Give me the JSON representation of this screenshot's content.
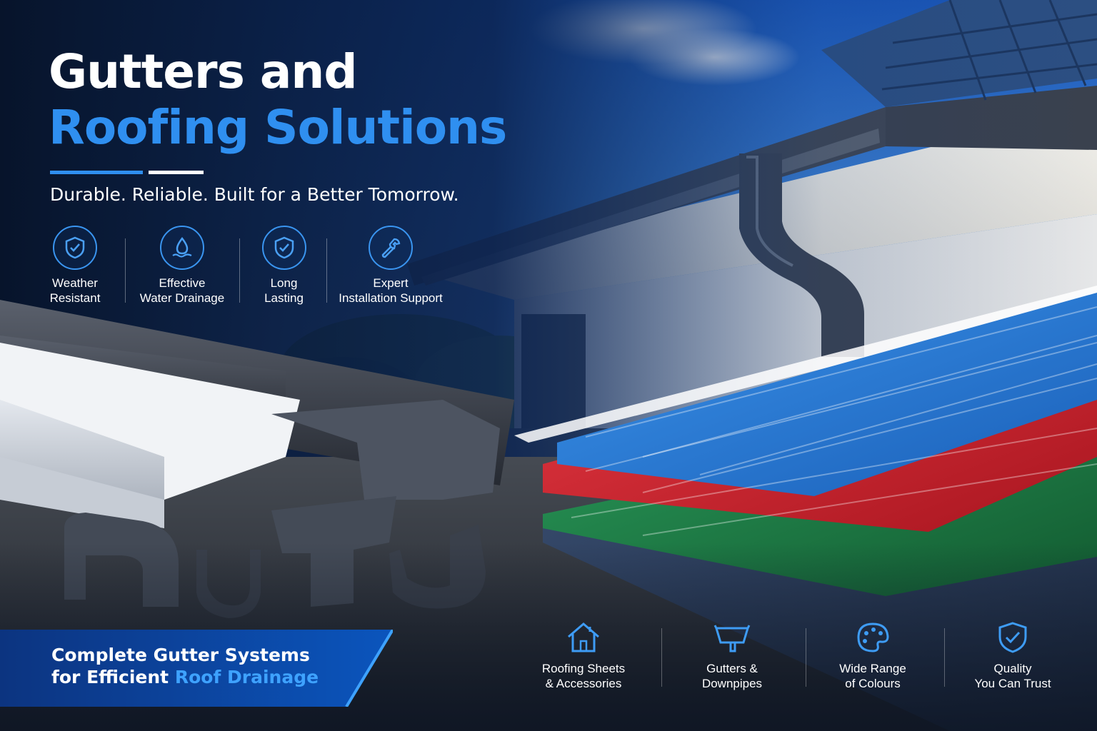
{
  "hero": {
    "title_line1": "Gutters and",
    "title_line2": "Roofing Solutions",
    "tagline": "Durable. Reliable. Built for a Better Tomorrow."
  },
  "features": [
    {
      "line1": "Weather",
      "line2": "Resistant",
      "icon": "shield-check-icon"
    },
    {
      "line1": "Effective",
      "line2": "Water Drainage",
      "icon": "water-drop-icon"
    },
    {
      "line1": "Long",
      "line2": "Lasting",
      "icon": "shield-check-icon"
    },
    {
      "line1": "Expert",
      "line2": "Installation Support",
      "icon": "wrench-icon"
    }
  ],
  "banner": {
    "line1": "Complete Gutter Systems",
    "line2_prefix": "for Efficient ",
    "line2_accent": "Roof Drainage"
  },
  "bottom_features": [
    {
      "line1": "Roofing Sheets",
      "line2": "& Accessories",
      "icon": "house-icon"
    },
    {
      "line1": "Gutters &",
      "line2": "Downpipes",
      "icon": "gutter-icon"
    },
    {
      "line1": "Wide Range",
      "line2": "of Colours",
      "icon": "palette-icon"
    },
    {
      "line1": "Quality",
      "line2": "You Can Trust",
      "icon": "shield-check-icon"
    }
  ],
  "colors": {
    "accent_blue": "#2f8ff0",
    "sheet_blue": "#2a7fd6",
    "sheet_red": "#d8232f",
    "sheet_green": "#1d7a44",
    "sheet_navy": "#2b3d5c",
    "gutter_grey": "#3d4350"
  }
}
